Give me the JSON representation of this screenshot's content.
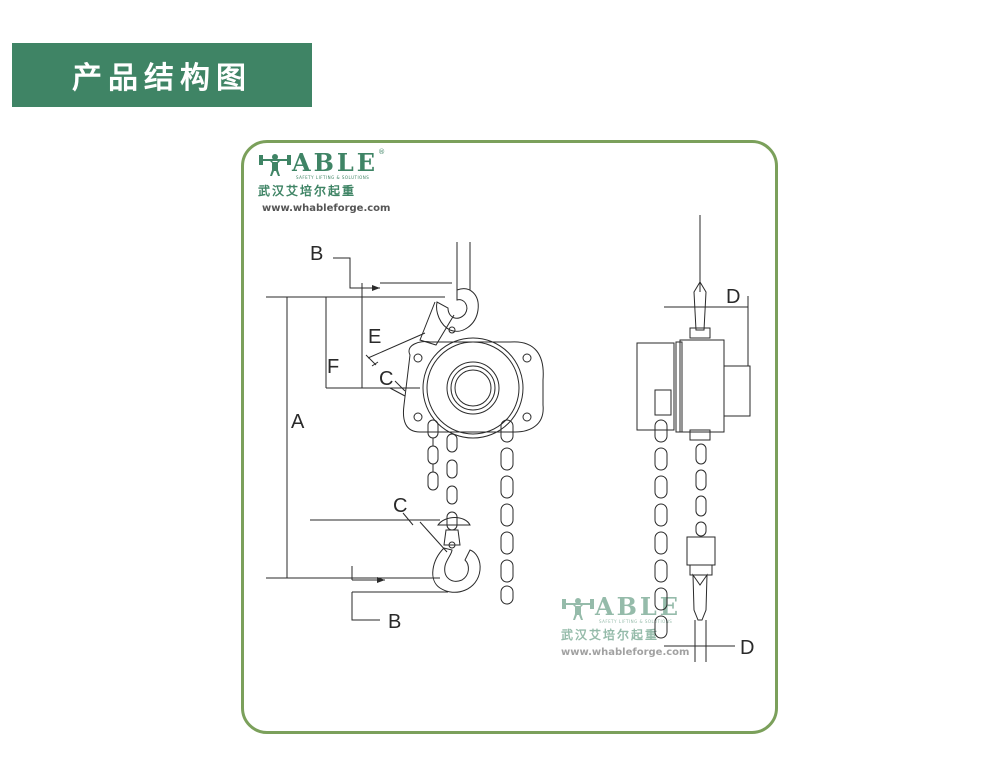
{
  "header": {
    "title": "产品结构图"
  },
  "logo": {
    "brand": "ABLE",
    "tagline": "SAFETY LIFTING & SOLUTIONS",
    "chinese_name": "武汉艾培尔起重",
    "url": "www.whableforge.com"
  },
  "watermark": {
    "brand": "ABLE",
    "tagline": "SAFETY LIFTING & SOLUTIONS",
    "chinese_name": "武汉艾培尔起重",
    "url": "www.whableforge.com"
  },
  "diagram": {
    "labels": {
      "A": "A",
      "B_top": "B",
      "B_bottom": "B",
      "C_upper": "C",
      "C_lower": "C",
      "D_top": "D",
      "D_bottom": "D",
      "E": "E",
      "F": "F"
    }
  },
  "colors": {
    "banner": "#3f8465",
    "frame": "#7ba05b",
    "line": "#2a2a2a"
  }
}
